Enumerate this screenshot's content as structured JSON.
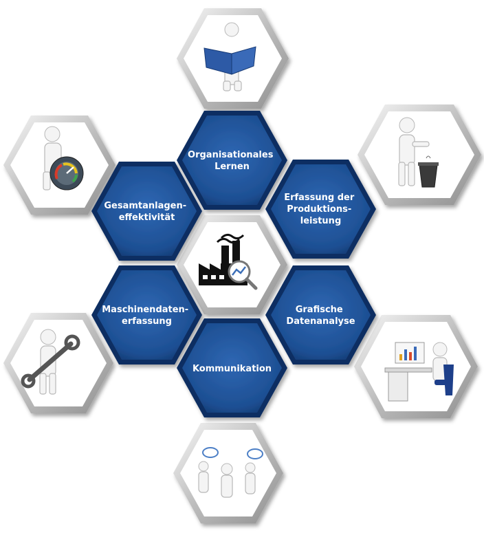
{
  "modules": [
    {
      "key": "organisational",
      "lines": [
        "Organisationales",
        "Lernen"
      ]
    },
    {
      "key": "oee",
      "lines": [
        "Gesamtanlagen-",
        "effektivität"
      ]
    },
    {
      "key": "production",
      "lines": [
        "Erfassung der",
        "Produktions-",
        "leistung"
      ]
    },
    {
      "key": "machine",
      "lines": [
        "Maschinendaten-",
        "erfassung"
      ]
    },
    {
      "key": "analysis",
      "lines": [
        "Grafische",
        "Datenanalyse"
      ]
    },
    {
      "key": "communication",
      "lines": [
        "Kommunikation"
      ]
    }
  ],
  "center": {
    "icon": "factory-analytics-icon"
  },
  "pictograms": [
    {
      "key": "reading",
      "icon": "person-reading-book-icon"
    },
    {
      "key": "gauge",
      "icon": "person-with-gauge-icon"
    },
    {
      "key": "waste",
      "icon": "person-disposing-waste-icon"
    },
    {
      "key": "wrench",
      "icon": "person-with-wrench-icon"
    },
    {
      "key": "computer",
      "icon": "person-at-computer-icon"
    },
    {
      "key": "talking",
      "icon": "people-talking-icon"
    }
  ],
  "colors": {
    "blue": "#1d4f93",
    "blue_dark": "#0f2f62",
    "frame": "#c9c9c9"
  }
}
